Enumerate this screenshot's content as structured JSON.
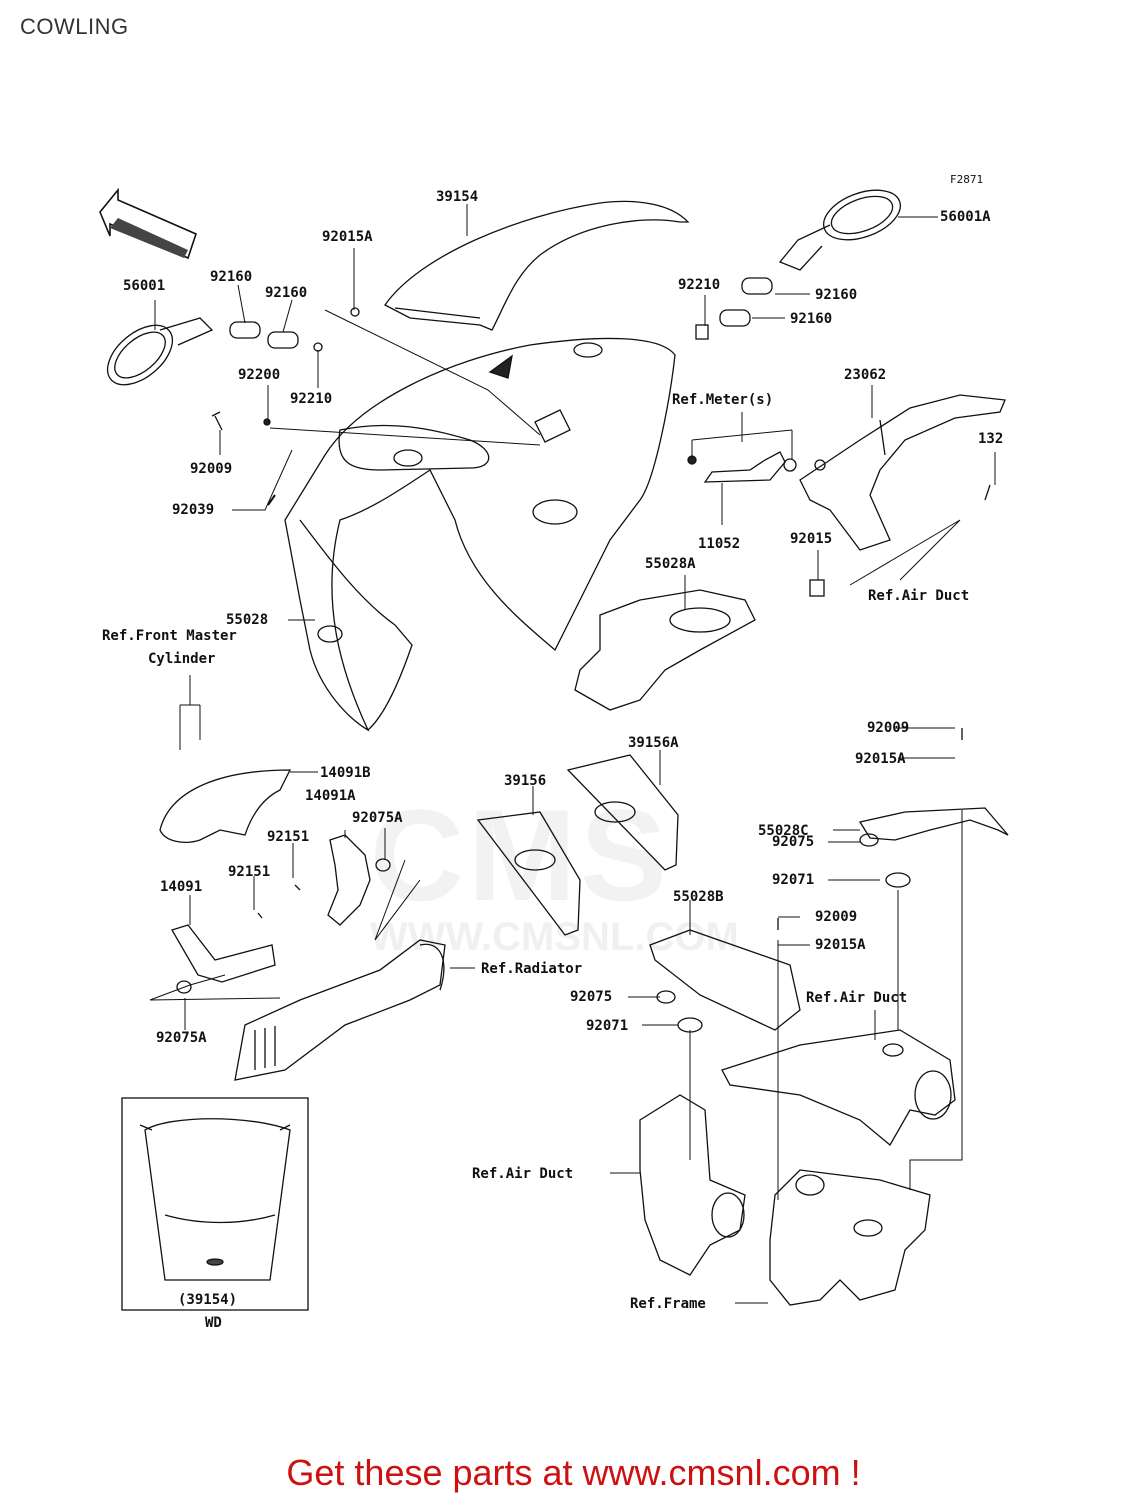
{
  "page": {
    "title": "COWLING",
    "figure_code": "F2871",
    "footer": "Get these parts at www.cmsnl.com !",
    "watermark": "CMS",
    "watermark_url": "WWW.CMSNL.COM",
    "front_arrow": "FRONT",
    "accent_color": "#cc1111"
  },
  "callouts": {
    "c39154": "39154",
    "c56001A": "56001A",
    "c56001": "56001",
    "c92160a": "92160",
    "c92160b": "92160",
    "c92015A_top": "92015A",
    "c92210_right": "92210",
    "c92160c": "92160",
    "c92160d": "92160",
    "c92200": "92200",
    "c92210_left": "92210",
    "c23062": "23062",
    "c_meter": "Ref.Meter(s)",
    "c132": "132",
    "c92009_left": "92009",
    "c92039": "92039",
    "c11052": "11052",
    "c92015": "92015",
    "c55028A": "55028A",
    "c_air_duct_1": "Ref.Air Duct",
    "c55028": "55028",
    "c_front_master": "Ref.Front Master",
    "c_cylinder": "Cylinder",
    "c92009_r1": "92009",
    "c92015A_r1": "92015A",
    "c39156A": "39156A",
    "c14091B": "14091B",
    "c39156": "39156",
    "c14091A": "14091A",
    "c92075A_top": "92075A",
    "c55028C": "55028C",
    "c92151a": "92151",
    "c92075_r1": "92075",
    "c92071_r1": "92071",
    "c14091": "14091",
    "c92151b": "92151",
    "c55028B": "55028B",
    "c92009_r2": "92009",
    "c92015A_r2": "92015A",
    "c_radiator": "Ref.Radiator",
    "c92075_r2": "92075",
    "c_air_duct_2": "Ref.Air Duct",
    "c92071_r2": "92071",
    "c92075A_bottom": "92075A",
    "c_air_duct_3": "Ref.Air Duct",
    "c_frame": "Ref.Frame",
    "c_inset_part": "(39154)",
    "c_inset_variant": "WD"
  }
}
